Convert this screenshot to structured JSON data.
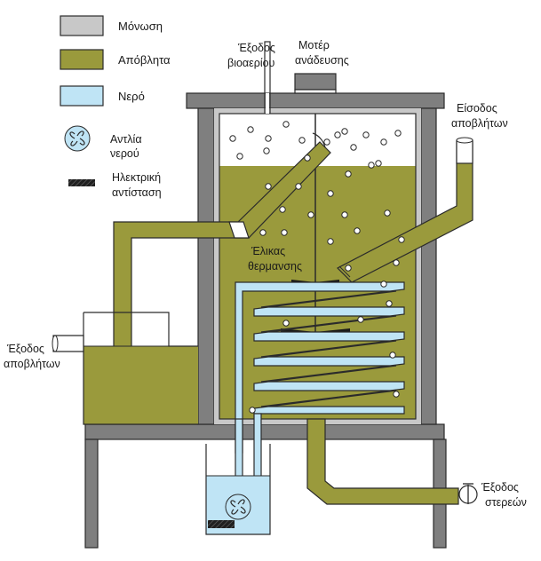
{
  "legend": {
    "insulation": {
      "label": "Μόνωση",
      "color": "#c8c8c8"
    },
    "waste": {
      "label": "Απόβλητα",
      "color": "#9a9a3c"
    },
    "water": {
      "label": "Νερό",
      "color": "#bfe4f5"
    },
    "pump": {
      "label_line1": "Αντλία",
      "label_line2": "νερού"
    },
    "heater": {
      "label_line1": "Ηλεκτρική",
      "label_line2": "αντίσταση"
    }
  },
  "labels": {
    "biogas_outlet": {
      "line1": "Έξοδος",
      "line2": "βιοαερίου"
    },
    "stirrer_motor": {
      "line1": "Μοτέρ",
      "line2": "ανάδευσης"
    },
    "waste_inlet": {
      "line1": "Είσοδος",
      "line2": "αποβλήτων"
    },
    "heating_coil": {
      "line1": "Έλικας",
      "line2": "θερμανσης"
    },
    "waste_outlet": {
      "line1": "Έξοδος",
      "line2": "αποβλήτων"
    },
    "solids_outlet": {
      "line1": "Έξοδος",
      "line2": "στερεών"
    }
  },
  "colors": {
    "wall": "#7f7f7f",
    "insulation": "#c8c8c8",
    "waste": "#9a9a3c",
    "water": "#bfe4f5",
    "outline": "#2b2b2b"
  }
}
